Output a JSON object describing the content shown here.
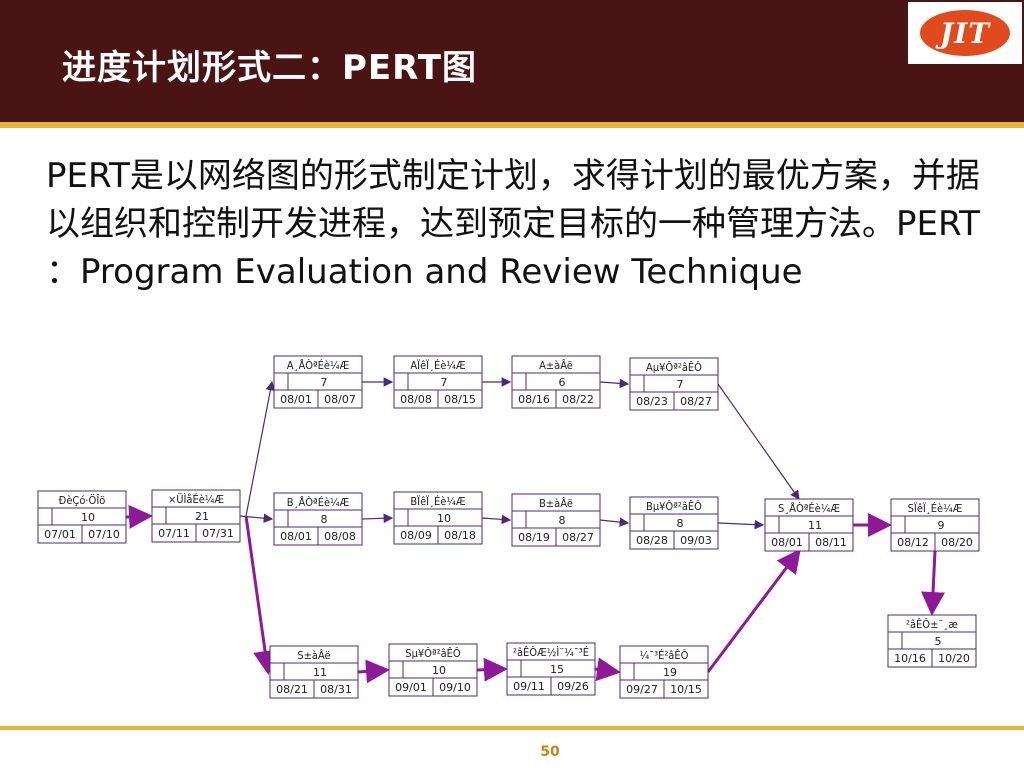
{
  "title": "进度计划形式二：PERT图",
  "logo_text": "JIT",
  "intro": "PERT是以网络图的形式制定计划，求得计划的最优方案，并据以组织和控制开发进程，达到预定目标的一种管理方法。PERT ：Program Evaluation and Review Technique",
  "page_number": "50",
  "nodes": [
    {
      "label": "ÐèÇó·ÖÎö",
      "duration": "10",
      "start": "07/01",
      "end": "07/10"
    },
    {
      "label": "×ÜÌåÉè¼Æ",
      "duration": "21",
      "start": "07/11",
      "end": "07/31"
    },
    {
      "label": "A¸ÅÒªÉè¼Æ",
      "duration": "7",
      "start": "08/01",
      "end": "08/07"
    },
    {
      "label": "AÏêÏ¸Éè¼Æ",
      "duration": "7",
      "start": "08/08",
      "end": "08/15"
    },
    {
      "label": "A±àÂë",
      "duration": "6",
      "start": "08/16",
      "end": "08/22"
    },
    {
      "label": "Aµ¥Ôª²âÊÔ",
      "duration": "7",
      "start": "08/23",
      "end": "08/27"
    },
    {
      "label": "B¸ÅÒªÉè¼Æ",
      "duration": "8",
      "start": "08/01",
      "end": "08/08"
    },
    {
      "label": "BÏêÏ¸Éè¼Æ",
      "duration": "10",
      "start": "08/09",
      "end": "08/18"
    },
    {
      "label": "B±àÂë",
      "duration": "8",
      "start": "08/19",
      "end": "08/27"
    },
    {
      "label": "Bµ¥Ôª²âÊÔ",
      "duration": "8",
      "start": "08/28",
      "end": "09/03"
    },
    {
      "label": "S¸ÅÒªÉè¼Æ",
      "duration": "11",
      "start": "08/01",
      "end": "08/11"
    },
    {
      "label": "SÏêÏ¸Éè¼Æ",
      "duration": "9",
      "start": "08/12",
      "end": "08/20"
    },
    {
      "label": "S±àÂë",
      "duration": "11",
      "start": "08/21",
      "end": "08/31"
    },
    {
      "label": "Sµ¥Ôª²âÊÔ",
      "duration": "10",
      "start": "09/01",
      "end": "09/10"
    },
    {
      "label": "²âÊÔÆ½Ì¨¼¯³É",
      "duration": "15",
      "start": "09/11",
      "end": "09/26"
    },
    {
      "label": "¼¯³É²âÊÔ",
      "duration": "19",
      "start": "09/27",
      "end": "10/15"
    },
    {
      "label": "²âÊÔ±¨¸æ",
      "duration": "5",
      "start": "10/16",
      "end": "10/20"
    }
  ],
  "colors": {
    "header": "#4a1414",
    "accent": "#e8b23a",
    "node_border": "#4b2a7a",
    "arrow_normal": "#4b2a7a",
    "arrow_critical": "#8e1a9a"
  }
}
